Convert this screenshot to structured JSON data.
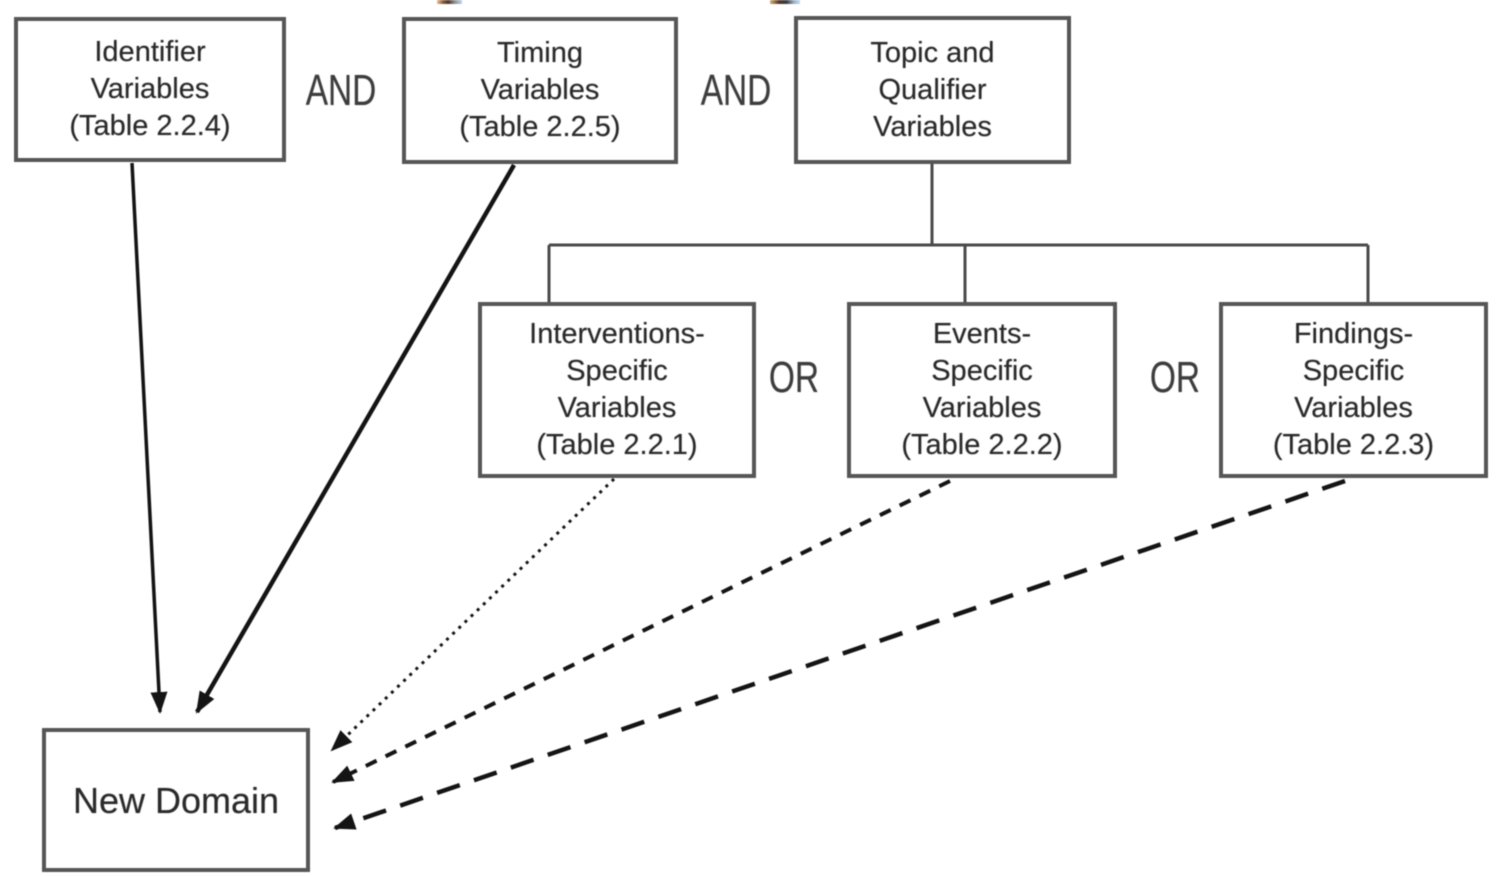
{
  "diagram": {
    "title_semantics": "Variable groups combined to create a new domain",
    "boxes": {
      "identifier": "Identifier\nVariables\n(Table 2.2.4)",
      "timing": "Timing\nVariables\n(Table 2.2.5)",
      "topic": "Topic and\nQualifier\nVariables",
      "interventions": "Interventions-\nSpecific\nVariables\n(Table 2.2.1)",
      "events": "Events-\nSpecific\nVariables\n(Table 2.2.2)",
      "findings": "Findings-\nSpecific\nVariables\n(Table 2.2.3)",
      "new_domain": "New Domain"
    },
    "operators": {
      "and1": "AND",
      "and2": "AND",
      "or1": "OR",
      "or2": "OR"
    },
    "connectors": [
      {
        "from": "identifier",
        "to": "new_domain",
        "style": "solid-arrow"
      },
      {
        "from": "timing",
        "to": "new_domain",
        "style": "solid-arrow"
      },
      {
        "from": "topic",
        "to": "interventions",
        "style": "tree-branch"
      },
      {
        "from": "topic",
        "to": "events",
        "style": "tree-branch"
      },
      {
        "from": "topic",
        "to": "findings",
        "style": "tree-branch"
      },
      {
        "from": "interventions",
        "to": "new_domain",
        "style": "dotted-arrow"
      },
      {
        "from": "events",
        "to": "new_domain",
        "style": "dashed-arrow"
      },
      {
        "from": "findings",
        "to": "new_domain",
        "style": "long-dash-arrow"
      }
    ],
    "colors": {
      "background": "#ffffff",
      "box_border": "#565656",
      "text": "#2a2a2a",
      "branch_line": "#4a4a4a",
      "arrow": "#141414"
    },
    "top_edge_fragments": [
      "#e9c193",
      "#4c372b",
      "#8e8e8e",
      "#bcd7f0"
    ]
  }
}
